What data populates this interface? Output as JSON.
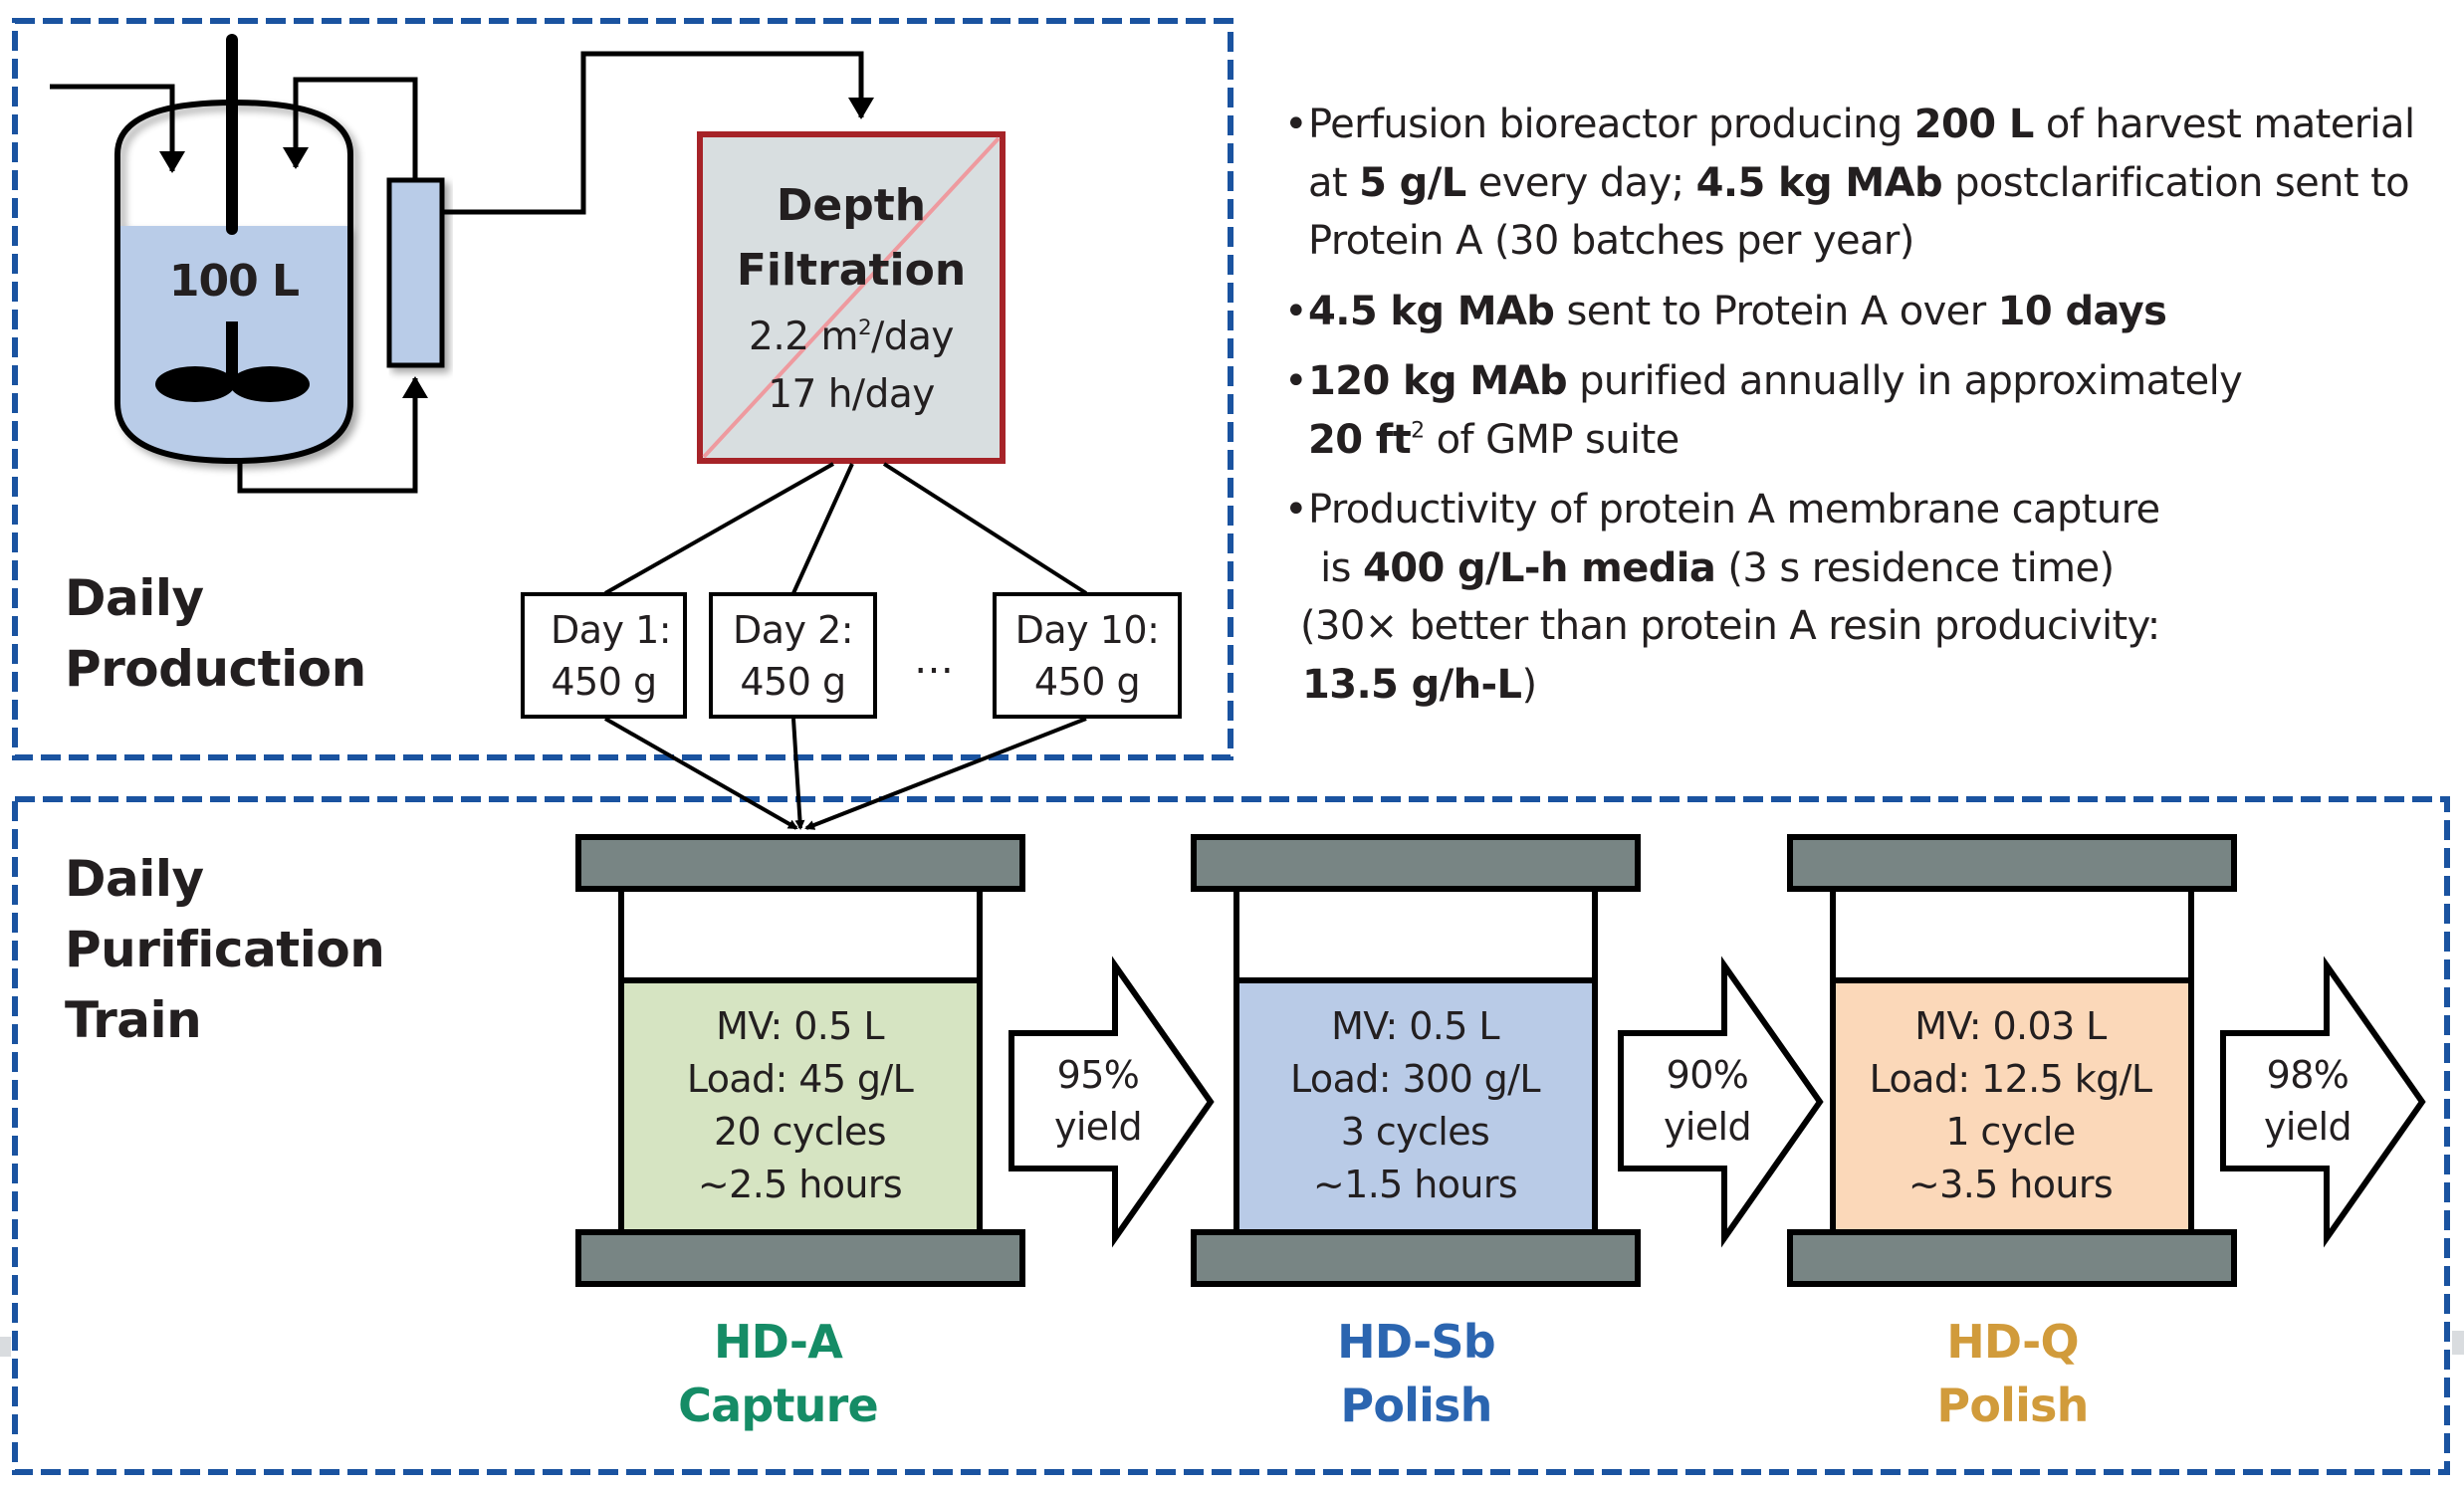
{
  "colors": {
    "dashed_border": "#1a53a0",
    "filter_border": "#a62328",
    "filter_fill": "#d8dee0",
    "filter_diagonal": "#ee9a9f",
    "liquid_fill": "#b9cce8",
    "column_cap": "#788584",
    "capture_fill": "#d6e4c2",
    "polish_sb_fill": "#b9cbe7",
    "polish_q_fill": "#fbd8b9",
    "label_capture": "#158c66",
    "label_polish_sb": "#2b65b0",
    "label_polish_q": "#d19b3b",
    "text": "#231f20"
  },
  "production": {
    "section_title_line1": "Daily",
    "section_title_line2": "Production",
    "reactor_volume": "100 L",
    "filter": {
      "title_line1": "Depth",
      "title_line2": "Filtration",
      "area_value": "2.2 m",
      "area_sup": "2",
      "area_unit": "/day",
      "time": "17 h/day"
    },
    "days": [
      {
        "label": "Day 1:",
        "amount": "450 g"
      },
      {
        "label": "Day 2:",
        "amount": "450 g"
      },
      {
        "label": "Day 10:",
        "amount": "450 g"
      }
    ],
    "ellipsis": "…"
  },
  "notes": {
    "bullet_char": "•",
    "b1": {
      "p1": "Perfusion bioreactor producing ",
      "b1": "200 L",
      "p2": " of harvest material",
      "p3": "at ",
      "b2": "5 g/L",
      "p4": " every day; ",
      "b3": "4.5 kg MAb",
      "p5": " postclarification sent to",
      "p6": "Protein A (30 batches per year)"
    },
    "b2": {
      "b1": "4.5 kg MAb",
      "p1": " sent to Protein A over ",
      "b2": "10 days"
    },
    "b3": {
      "b1": "120 kg MAb",
      "p1": " purified annually in approximately",
      "b2": "20 ft",
      "sup": "2",
      "p2": " of GMP suite"
    },
    "b4": {
      "p1": "Productivity of protein A membrane capture",
      "p2": " is ",
      "b1": "400 g/L-h media",
      "p3": " (3 s residence time)",
      "p4": "(30× better than protein A resin producivity:",
      "b2": "13.5 g/h-L",
      "p5": ")"
    }
  },
  "purification": {
    "section_title_line1": "Daily",
    "section_title_line2": "Purification",
    "section_title_line3": "Train",
    "columns": [
      {
        "name": "HD-A",
        "role": "Capture",
        "mv": "MV: 0.5 L",
        "load": "Load: 45 g/L",
        "cycles": "20 cycles",
        "time": "~2.5 hours",
        "yield_pct": "95%",
        "yield_word": "yield"
      },
      {
        "name": "HD-Sb",
        "role": "Polish",
        "mv": "MV: 0.5 L",
        "load": "Load: 300 g/L",
        "cycles": "3 cycles",
        "time": "~1.5 hours",
        "yield_pct": "90%",
        "yield_word": "yield"
      },
      {
        "name": "HD-Q",
        "role": "Polish",
        "mv": "MV: 0.03 L",
        "load": "Load: 12.5 kg/L",
        "cycles": "1 cycle",
        "time": "~3.5 hours",
        "yield_pct": "98%",
        "yield_word": "yield"
      }
    ]
  }
}
